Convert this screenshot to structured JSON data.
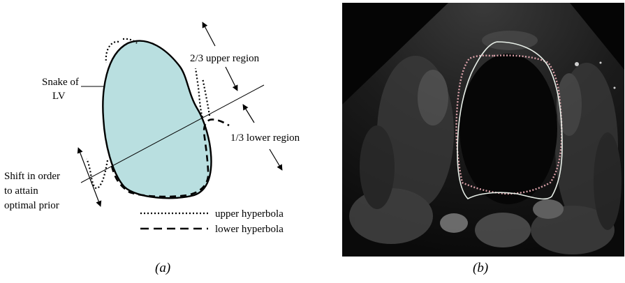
{
  "panel_a": {
    "labels": {
      "snake_line1": "Snake of",
      "snake_line2": "LV",
      "upper_region": "2/3 upper region",
      "lower_region": "1/3 lower region",
      "shift_line1": "Shift in order",
      "shift_line2": "to attain",
      "shift_line3": "optimal prior"
    },
    "legend": {
      "upper": "upper hyperbola",
      "lower": "lower hyperbola"
    },
    "caption": "(a)",
    "colors": {
      "snake_fill": "#b9dfe0",
      "stroke": "#000000"
    }
  },
  "panel_b": {
    "caption": "(b)",
    "colors": {
      "contour": "#e8efe8",
      "snake_points": "#d9a0a8",
      "background": "#050505"
    }
  }
}
